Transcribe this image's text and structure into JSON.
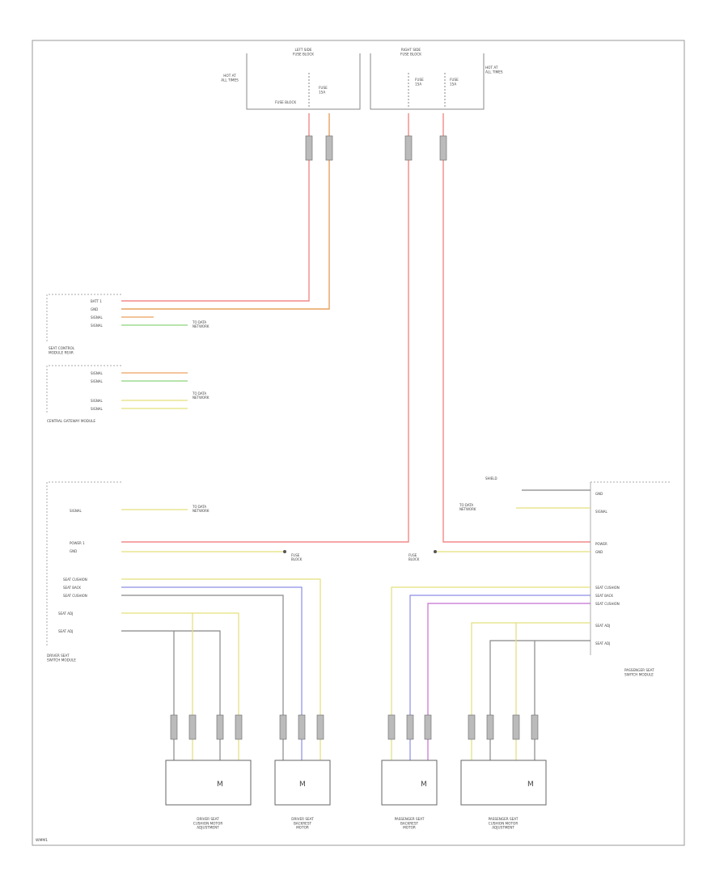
{
  "footer": {
    "code": "WMM1"
  },
  "fuse_boxes": {
    "left": {
      "title": "LEFT SIDE\nFUSE BLOCK",
      "fuse_label": "FUSE\n15A"
    },
    "right": {
      "title": "RIGHT SIDE\nFUSE BLOCK",
      "fuse_labels": [
        "FUSE\n15A",
        "FUSE\n15A"
      ]
    },
    "left_side_note": "HOT AT\nALL TIMES",
    "left_bottom_note": "FUSE BLOCK",
    "right_side_note": "HOT AT\nALL TIMES"
  },
  "modules": {
    "rear_module": {
      "name": "SEAT CONTROL\nMODULE REAR",
      "pins": [
        "BATT 1",
        "GND",
        "SIGNAL",
        "SIGNAL"
      ],
      "note": "TO DATA\nNETWORK"
    },
    "central_module": {
      "name": "CENTRAL GATEWAY MODULE",
      "pins": [
        "SIGNAL",
        "SIGNAL",
        "SIGNAL",
        "SIGNAL"
      ],
      "note": "TO DATA\nNETWORK"
    },
    "driver_module": {
      "name": "DRIVER SEAT\nSWITCH MODULE",
      "pins": [
        "SIGNAL",
        "POWER 1",
        "GND",
        "SEAT CUSHION",
        "SEAT BACK",
        "SEAT CUSHION",
        "SEAT ADJ",
        "SEAT ADJ"
      ],
      "note": "TO DATA\nNETWORK"
    },
    "passenger_module": {
      "name": "PASSENGER SEAT\nSWITCH MODULE",
      "pins": [
        "GND",
        "SIGNAL",
        "POWER",
        "GND",
        "SEAT CUSHION",
        "SEAT BACK",
        "SEAT CUSHION",
        "SEAT ADJ",
        "SEAT ADJ"
      ],
      "note": "TO DATA\nNETWORK",
      "top_note": "SHIELD"
    }
  },
  "splices": {
    "left": "FUSE\nBLOCK",
    "right": "FUSE\nBLOCK"
  },
  "components": [
    {
      "label": "DRIVER SEAT\nCUSHION MOTOR\nADJUSTMENT"
    },
    {
      "label": "DRIVER SEAT\nBACKREST\nMOTOR"
    },
    {
      "label": "PASSENGER SEAT\nBACKREST\nMOTOR"
    },
    {
      "label": "PASSENGER SEAT\nCUSHION MOTOR\nADJUSTMENT"
    }
  ],
  "colors": {
    "red": "#f28a8a",
    "orange": "#e9a15e",
    "yellow": "#e3e07a",
    "green": "#8cd27a",
    "blue": "#8e8ee8",
    "violet": "#c46fd0",
    "gray": "#888888",
    "frame": "#999999",
    "dark": "#555555"
  }
}
